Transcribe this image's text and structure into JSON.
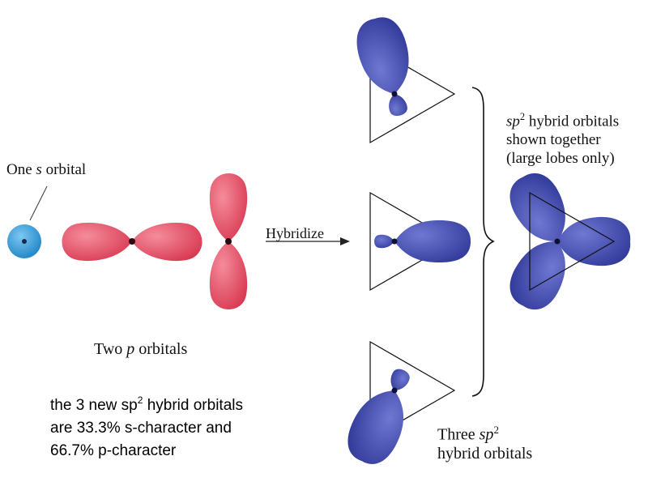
{
  "colors": {
    "s_orbital": "#3a9fdc",
    "p_orbital": "#e24a5f",
    "hybrid_orbital": "#3f48ad",
    "nucleus": "#222222"
  },
  "labels": {
    "one_s": {
      "pre": "One ",
      "italic": "s",
      "post": " orbital"
    },
    "two_p": {
      "pre": "Two ",
      "italic": "p",
      "post": " orbitals"
    },
    "hybridize": "Hybridize",
    "group": {
      "line1_italic": "sp",
      "line1_sup": "2",
      "line1_rest": " hybrid orbitals",
      "line2": "shown together",
      "line3": "(large lobes only)"
    },
    "three": {
      "line1_pre": "Three ",
      "line1_italic": "sp",
      "line1_sup": "2",
      "line2": "hybrid orbitals"
    }
  },
  "note": {
    "line1_pre": "the 3 new sp",
    "line1_sup": "2",
    "line1_post": " hybrid orbitals",
    "line2": "are 33.3% s-character and",
    "line3": "66.7% p-character"
  }
}
